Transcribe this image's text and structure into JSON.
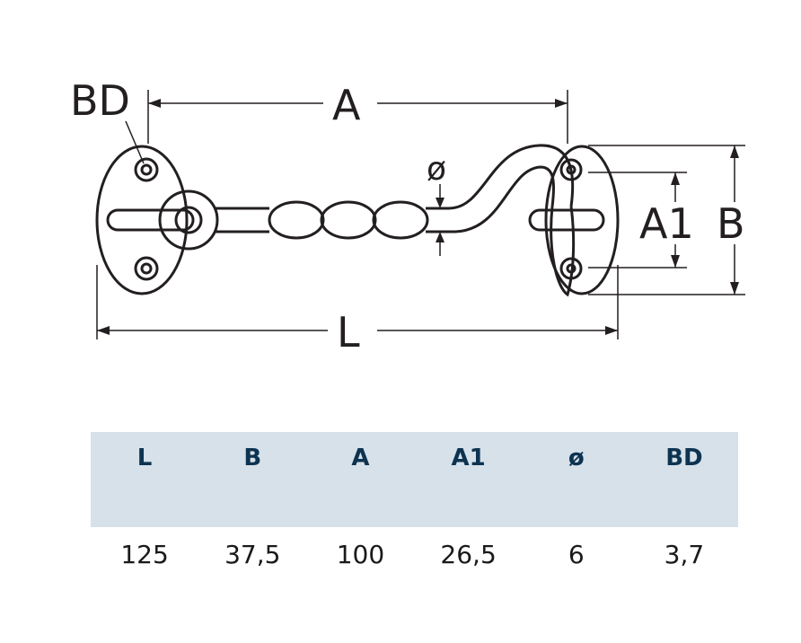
{
  "diagram": {
    "labels": {
      "BD": "BD",
      "A": "A",
      "dia": "ø",
      "A1": "A1",
      "B": "B",
      "L": "L"
    }
  },
  "table": {
    "headers": [
      "L",
      "B",
      "A",
      "A1",
      "ø",
      "BD"
    ],
    "rows": [
      [
        "125",
        "37,5",
        "100",
        "26,5",
        "6",
        "3,7"
      ]
    ]
  }
}
